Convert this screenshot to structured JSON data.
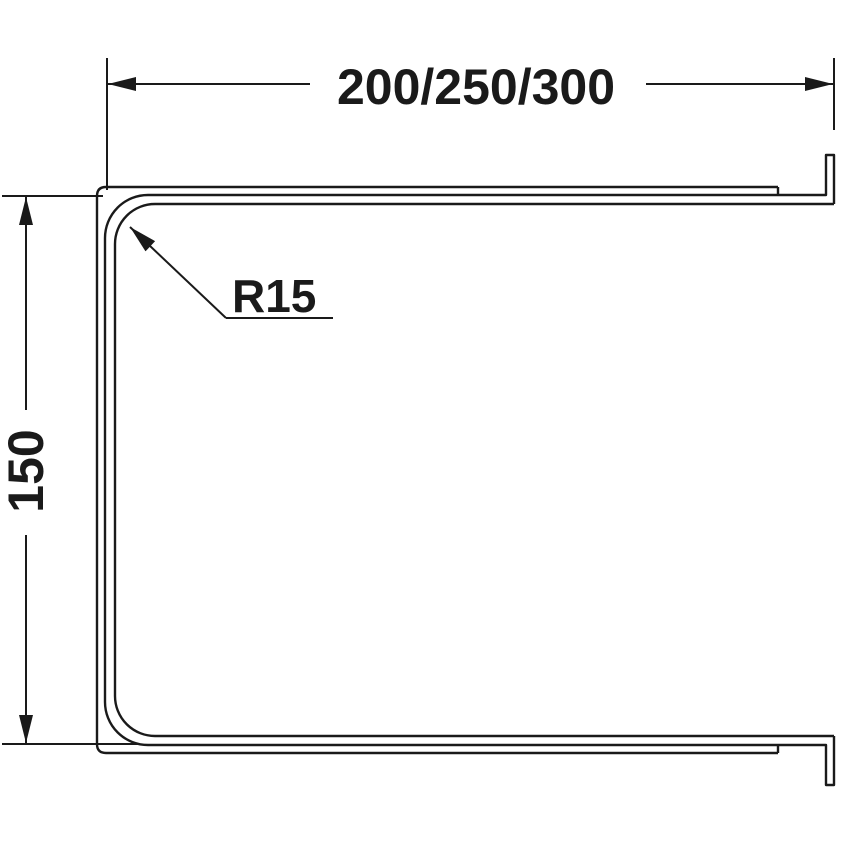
{
  "dimensions": {
    "width_label": "200/250/300",
    "height_label": "150",
    "radius_label": "R15"
  },
  "colors": {
    "line": "#1a1a1a",
    "background": "#ffffff"
  }
}
